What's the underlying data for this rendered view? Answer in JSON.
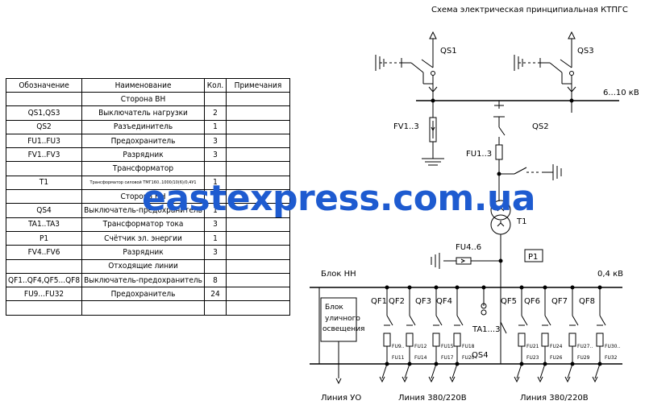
{
  "diagram": {
    "title": "Схема электрическая принципиальная КТПГС",
    "labels": {
      "qs1": "QS1",
      "qs3": "QS3",
      "qs2": "QS2",
      "hv": "6...10 кВ",
      "fv": "FV1..3",
      "fu13": "FU1..3",
      "t1": "T1",
      "fu46": "FU4..6",
      "p1": "P1",
      "lv_block": "Блок НН",
      "lv": "0,4 кВ",
      "qf1": "QF1",
      "qf2": "QF2",
      "qf3": "QF3",
      "qf4": "QF4",
      "qf5": "QF5",
      "qf6": "QF6",
      "qf7": "QF7",
      "qf8": "QF8",
      "ta": "TA1...3",
      "qs4": "QS4",
      "street_block": [
        "Блок",
        "уличного",
        "освещения"
      ],
      "line_uo": "Линия УО",
      "line1": "Линия 380/220В",
      "line2": "Линия 380/220В"
    },
    "fuse_labels": [
      [
        "FU9..",
        "FU11"
      ],
      [
        "FU12",
        "FU14"
      ],
      [
        "FU15",
        "FU17"
      ],
      [
        "FU18",
        "FU20"
      ],
      [
        "FU21",
        "FU23"
      ],
      [
        "FU24",
        "FU26"
      ],
      [
        "FU27..",
        "FU29"
      ],
      [
        "FU30..",
        "FU32"
      ]
    ]
  },
  "spec_table": {
    "headers": [
      "Обозначение",
      "Наименование",
      "Кол.",
      "Примечания"
    ],
    "rows": [
      {
        "type": "section",
        "text": "Сторона ВН"
      },
      {
        "type": "item",
        "cells": [
          "QS1,QS3",
          "Выключатель нагрузки",
          "2",
          ""
        ]
      },
      {
        "type": "item",
        "cells": [
          "QS2",
          "Разъединитель",
          "1",
          ""
        ]
      },
      {
        "type": "item",
        "cells": [
          "FU1..FU3",
          "Предохранитель",
          "3",
          ""
        ]
      },
      {
        "type": "item",
        "cells": [
          "FV1..FV3",
          "Разрядник",
          "3",
          ""
        ]
      },
      {
        "type": "section",
        "text": "Трансформатор"
      },
      {
        "type": "item",
        "small": true,
        "cells": [
          "T1",
          "Трансформатор силовой ТМГ160..1000/10(6)/0,4У1",
          "1",
          ""
        ]
      },
      {
        "type": "section",
        "text": "Сторона НН"
      },
      {
        "type": "item",
        "cells": [
          "QS4",
          "Выключатель-предохранитель",
          "1",
          ""
        ]
      },
      {
        "type": "item",
        "cells": [
          "TA1..TA3",
          "Трансформатор тока",
          "3",
          ""
        ]
      },
      {
        "type": "item",
        "cells": [
          "P1",
          "Счётчик эл. энергии",
          "1",
          ""
        ]
      },
      {
        "type": "item",
        "cells": [
          "FV4..FV6",
          "Разрядник",
          "3",
          ""
        ]
      },
      {
        "type": "section",
        "text": "Отходящие линии"
      },
      {
        "type": "item",
        "cells": [
          "QF1..QF4,QF5...QF8",
          "Выключатель-предохранитель",
          "8",
          ""
        ]
      },
      {
        "type": "item",
        "cells": [
          "FU9...FU32",
          "Предохранитель",
          "24",
          ""
        ]
      },
      {
        "type": "item",
        "cells": [
          "",
          "",
          "",
          ""
        ]
      }
    ]
  },
  "watermark": "eastexpress.com.ua"
}
